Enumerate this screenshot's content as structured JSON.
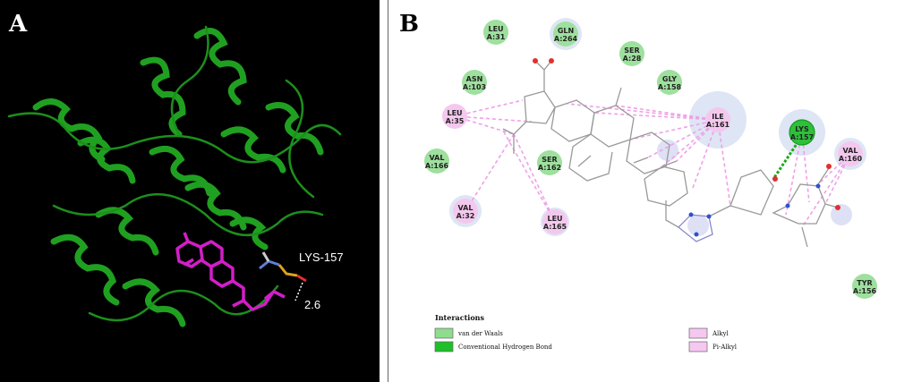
{
  "panel_a": {
    "letter": "A",
    "residue_label": "LYS-157",
    "distance_label": "2.6"
  },
  "panel_b": {
    "letter": "B",
    "residues": [
      {
        "id": "leu31",
        "name": "LEU",
        "num": "A:31",
        "type": "vdw"
      },
      {
        "id": "gln264",
        "name": "GLN",
        "num": "A:264",
        "type": "vdw"
      },
      {
        "id": "ser28",
        "name": "SER",
        "num": "A:28",
        "type": "vdw"
      },
      {
        "id": "asn103",
        "name": "ASN",
        "num": "A:103",
        "type": "vdw"
      },
      {
        "id": "gly158",
        "name": "GLY",
        "num": "A:158",
        "type": "vdw"
      },
      {
        "id": "leu35",
        "name": "LEU",
        "num": "A:35",
        "type": "alkyl"
      },
      {
        "id": "ile161",
        "name": "ILE",
        "num": "A:161",
        "type": "alkyl"
      },
      {
        "id": "lys157",
        "name": "LYS",
        "num": "A:157",
        "type": "hbond"
      },
      {
        "id": "val166",
        "name": "VAL",
        "num": "A:166",
        "type": "vdw"
      },
      {
        "id": "ser162",
        "name": "SER",
        "num": "A:162",
        "type": "vdw"
      },
      {
        "id": "val160",
        "name": "VAL",
        "num": "A:160",
        "type": "alkyl"
      },
      {
        "id": "val32",
        "name": "VAL",
        "num": "A:32",
        "type": "alkyl"
      },
      {
        "id": "leu165",
        "name": "LEU",
        "num": "A:165",
        "type": "alkyl"
      },
      {
        "id": "tyr156",
        "name": "TYR",
        "num": "A:156",
        "type": "vdw"
      }
    ],
    "legend": {
      "title": "Interactions",
      "items": [
        {
          "label": "van der Waals",
          "color": "#8fdc8f"
        },
        {
          "label": "Conventional Hydrogen Bond",
          "color": "#1fbf2a"
        },
        {
          "label": "Alkyl",
          "color": "#f6c7f0"
        },
        {
          "label": "Pi-Alkyl",
          "color": "#f6c7f0"
        }
      ]
    },
    "colors": {
      "vdw": "#9ee09e",
      "hbond": "#2ec03a",
      "alkyl": "#f4c8ee",
      "interaction_line": "#f0a0e8",
      "hbond_line": "#1aa81a",
      "halo": "#d8e0f2"
    }
  }
}
